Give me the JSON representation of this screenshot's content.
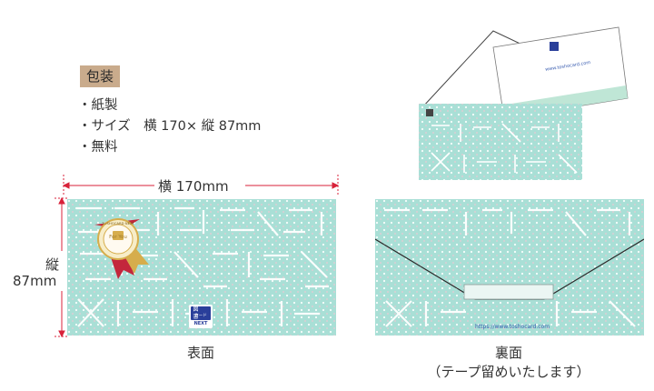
{
  "packaging": {
    "label": "包装",
    "specs": [
      "・紙製",
      "・サイズ　横 170× 縦 87mm",
      "・無料"
    ]
  },
  "dimensions": {
    "width_label": "横 170mm",
    "height_label_line1": "縦",
    "height_label_line2": "87mm"
  },
  "front": {
    "caption": "表面",
    "badge_arc_text": "TOSHOCARD NEXT",
    "badge_center_text": "For You",
    "logo_text_1": "図書",
    "logo_text_2": "カード",
    "logo_text_3": "NEXT"
  },
  "back": {
    "caption_line1": "裏面",
    "caption_line2": "（テープ留めいたします）",
    "url": "https://www.toshocard.com"
  },
  "preview": {
    "url": "www.toshocard.com"
  },
  "colors": {
    "envelope_mint": "#a9dfd6",
    "dim_red": "#d8223a",
    "ribbon_red": "#c3273c",
    "badge_gold": "#d6ad4c",
    "logo_blue": "#2a3f9a",
    "label_tan": "#c9ab8c"
  }
}
